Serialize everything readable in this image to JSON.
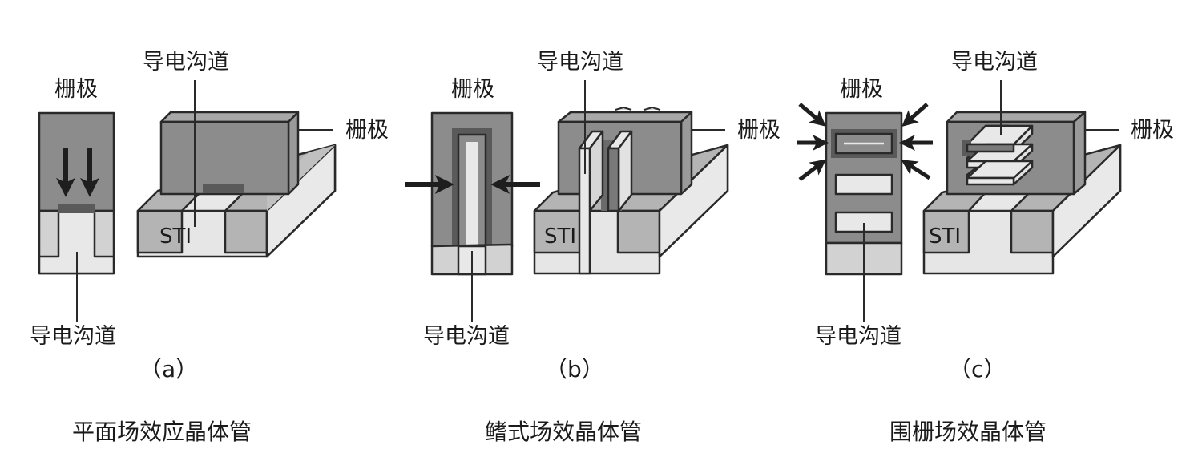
{
  "labels": {
    "gate": "栅极",
    "channel": "导电沟道",
    "sti": "STI"
  },
  "panels": [
    {
      "id": "a",
      "tag": "（a）",
      "title": "平面场效应晶体管"
    },
    {
      "id": "b",
      "tag": "（b）",
      "title": "鳍式场效晶体管"
    },
    {
      "id": "c",
      "tag": "（c）",
      "title": "围栅场效晶体管"
    }
  ],
  "colors": {
    "gate_dark": "#8c8c8c",
    "gate_side": "#9a9a9a",
    "gate_top": "#a8a8a8",
    "oxide": "#5a5a5a",
    "sti": "#b4b4b4",
    "substrate": "#e6e6e6",
    "channel": "#e8e8e8",
    "outline": "#2a2a2a",
    "arrow": "#1e1e1e"
  }
}
